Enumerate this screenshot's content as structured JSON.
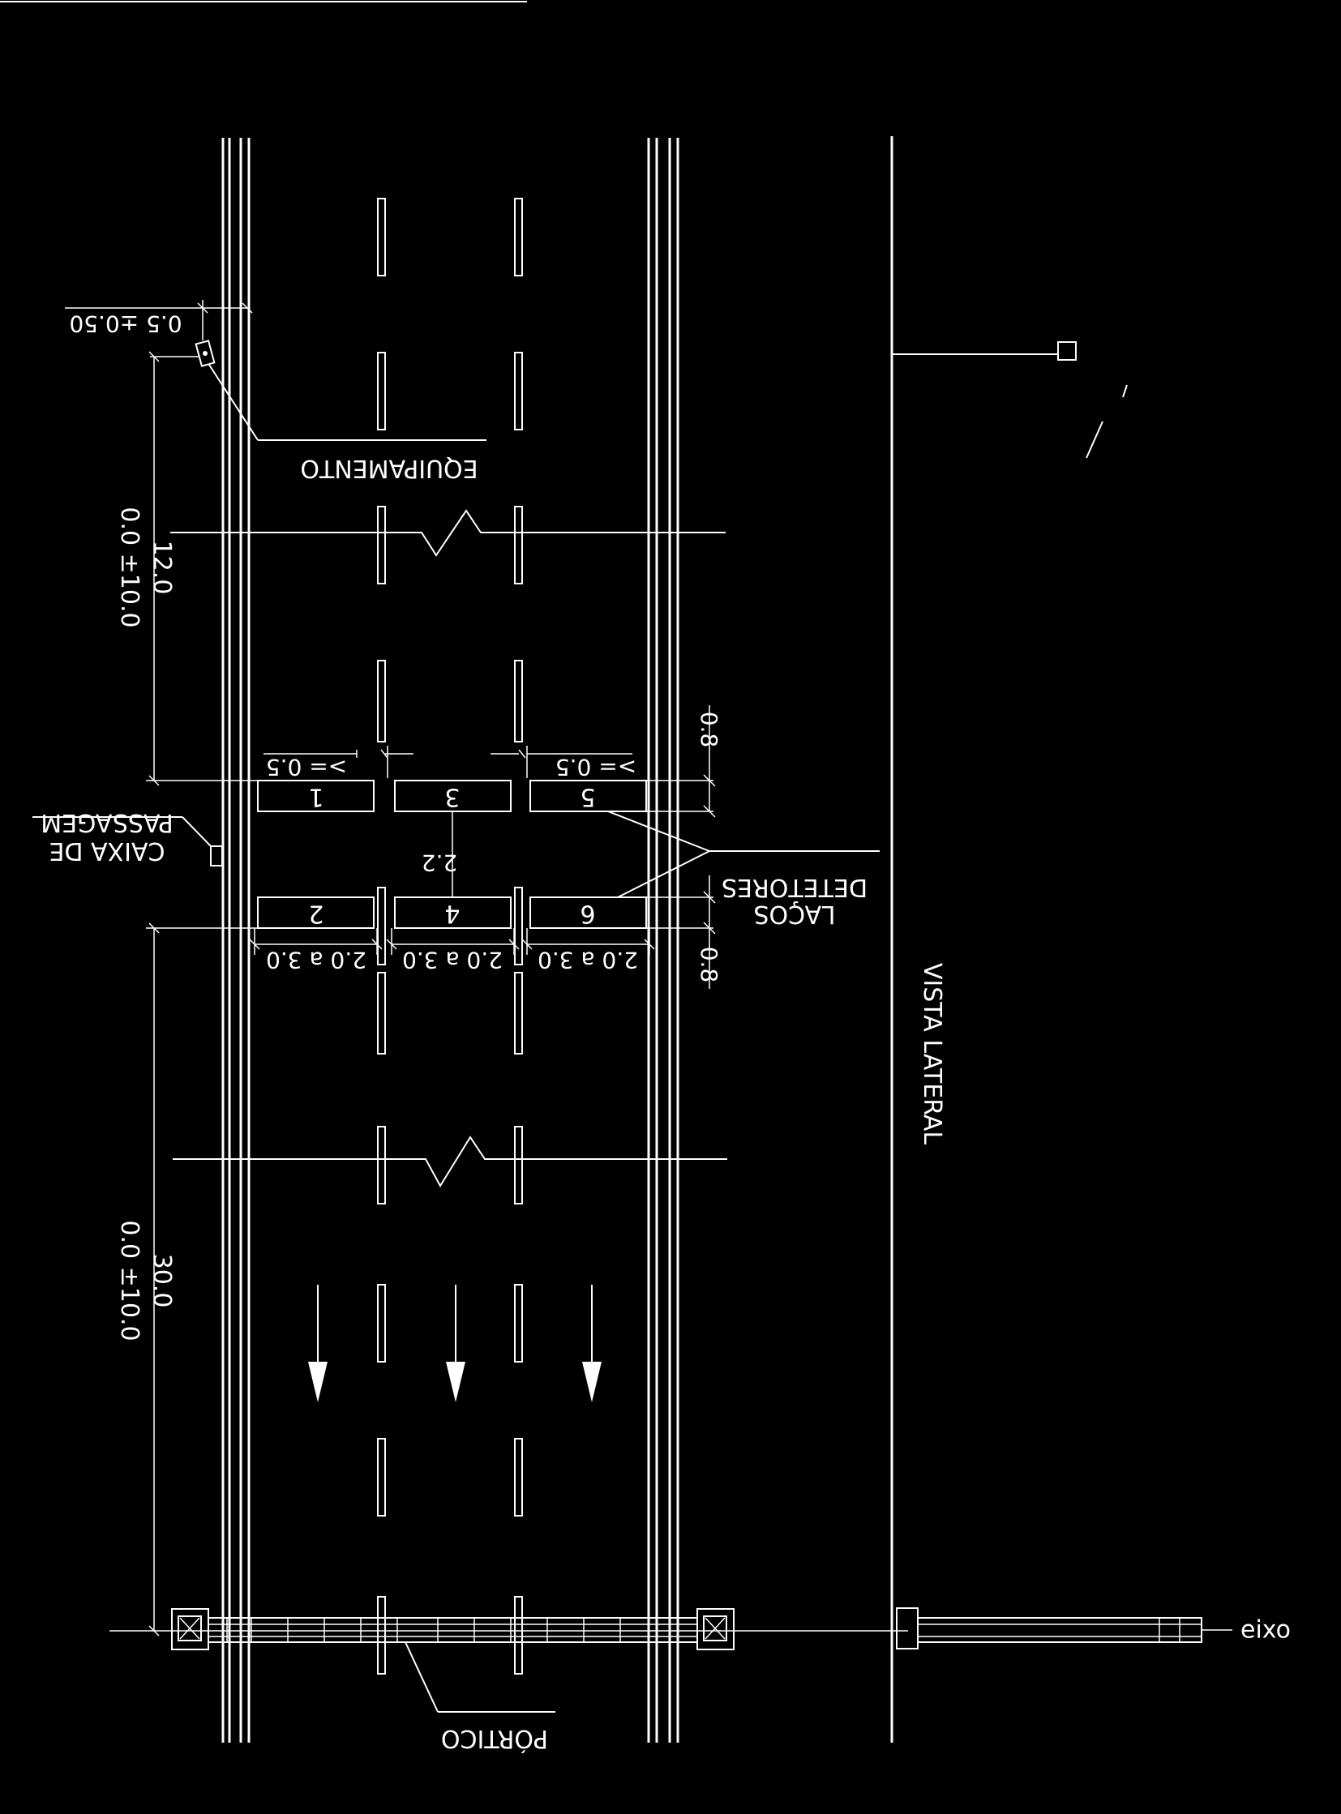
{
  "labels": {
    "equipment": "EQUIPAMENTO",
    "junction_box_line1": "CAIXA DE",
    "junction_box_line2": "PASSAGEM",
    "detectors_line1": "LAÇOS",
    "detectors_line2": "DETETORES",
    "lateral_view": "VISTA LATERAL",
    "gantry": "PÓRTICO",
    "axis": "eixo"
  },
  "dimensions": {
    "offset_equipment": "0.5 ±0.50",
    "distance_equipment": "0.0 ±10.0",
    "distance_equipment_total": "12.0",
    "distance_gantry": "0.0 ±10.0",
    "distance_gantry_total": "30.0",
    "min_gap_left": ">= 0.5",
    "min_gap_right": ">= 0.5",
    "loop_spacing": "2.2",
    "loop_length_1": "2.0 a 3.0",
    "loop_length_2": "2.0 a 3.0",
    "loop_length_3": "2.0 a 3.0",
    "loop_clearance_top": "0.8",
    "loop_clearance_bottom": "0.8"
  },
  "loops": [
    "1",
    "2",
    "3",
    "4",
    "5",
    "6"
  ],
  "colors": {
    "background": "#000000",
    "lines": "#ffffff"
  }
}
